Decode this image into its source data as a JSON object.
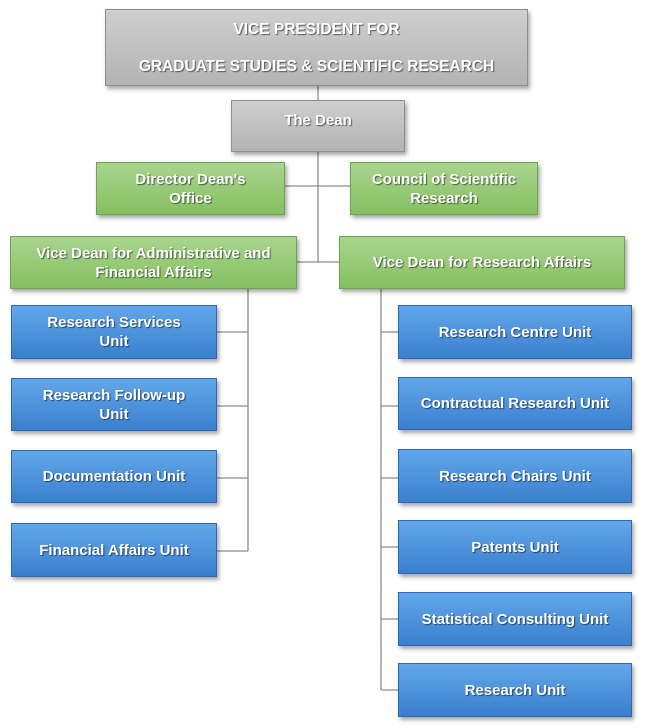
{
  "nodes": {
    "vp": "VICE PRESIDENT FOR\nGRADUATE STUDIES & SCIENTIFIC RESEARCH",
    "dean": "The Dean",
    "director": "Director Dean's\nOffice",
    "council": "Council of Scientific\nResearch",
    "vd_admin": "Vice Dean for Administrative and\nFinancial Affairs",
    "vd_research": "Vice Dean for Research Affairs",
    "left_units": [
      "Research Services\nUnit",
      "Research Follow-up\nUnit",
      "Documentation Unit",
      "Financial Affairs Unit"
    ],
    "right_units": [
      "Research Centre Unit",
      "Contractual Research Unit",
      "Research Chairs Unit",
      "Patents Unit",
      "Statistical Consulting Unit",
      "Research Unit"
    ]
  },
  "colors": {
    "executive": "#bfbfbf",
    "management": "#93c874",
    "unit": "#4a8edc",
    "connector": "#8c8c8c"
  }
}
